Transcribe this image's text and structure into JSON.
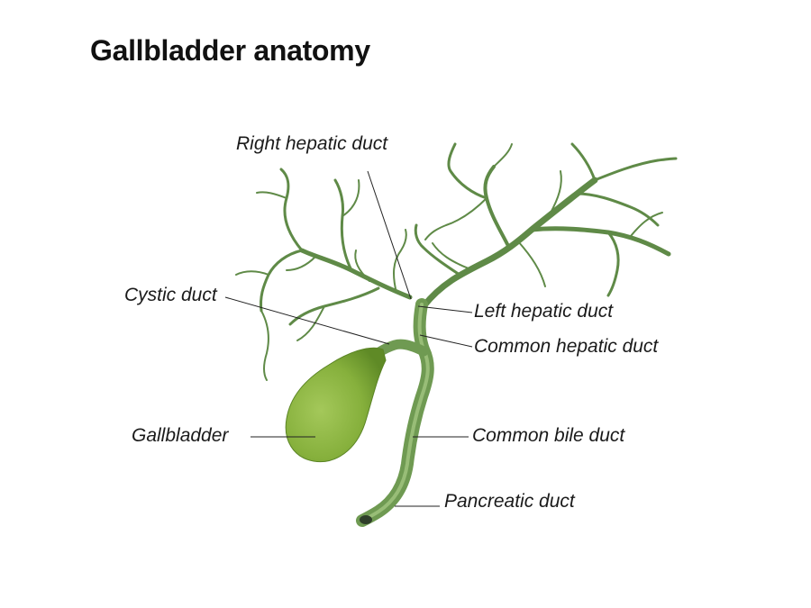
{
  "title": "Gallbladder anatomy",
  "labels": {
    "right_hepatic_duct": "Right  hepatic duct",
    "cystic_duct": "Cystic duct",
    "left_hepatic_duct": "Left hepatic duct",
    "common_hepatic_duct": "Common hepatic duct",
    "gallbladder": "Gallbladder",
    "common_bile_duct": "Common bile duct",
    "pancreatic_duct": "Pancreatic duct"
  },
  "colors": {
    "duct": "#6f9a52",
    "duct_dark": "#4f7a38",
    "gallbladder": "#86b03c",
    "gallbladder_dark": "#5f8a26",
    "leader_line": "#222222"
  }
}
